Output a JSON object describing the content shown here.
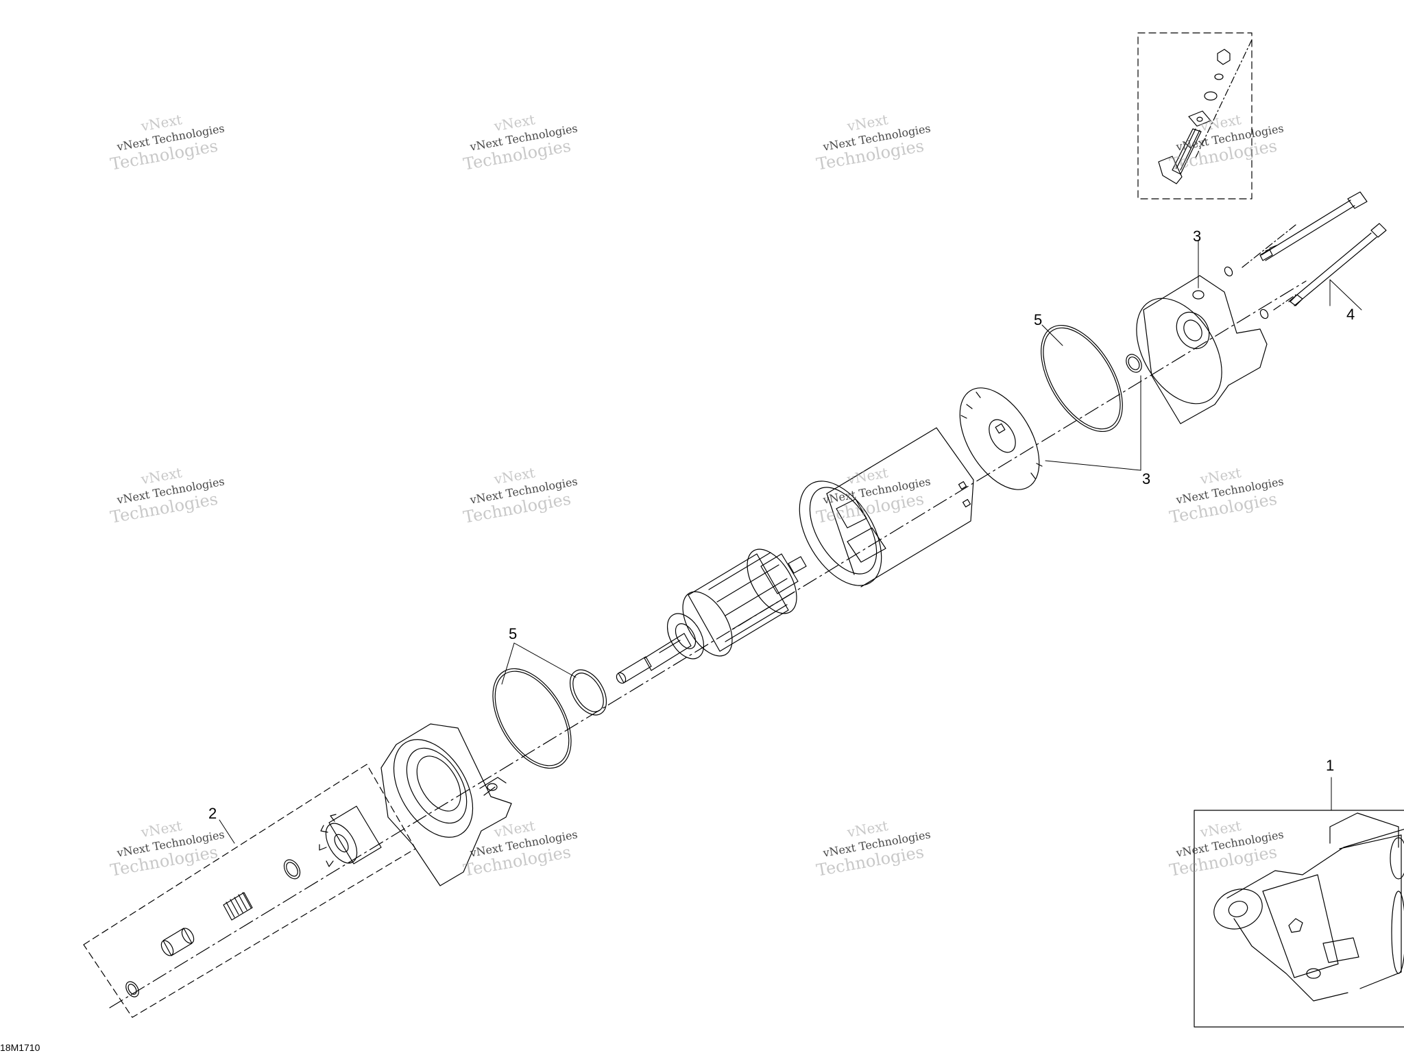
{
  "callouts": {
    "c1": "1",
    "c2": "2",
    "c3a": "3",
    "c3b": "3",
    "c4": "4",
    "c5a": "5",
    "c5b": "5"
  },
  "watermark": {
    "line_top": "vNext",
    "line_mid": "vNext Technologies",
    "line_big": "Technologies",
    "positions_count": 12
  },
  "drawing_code": "18M1710",
  "colors": {
    "line": "#000000",
    "watermark": "#9a9a9a",
    "background": "#ffffff"
  }
}
